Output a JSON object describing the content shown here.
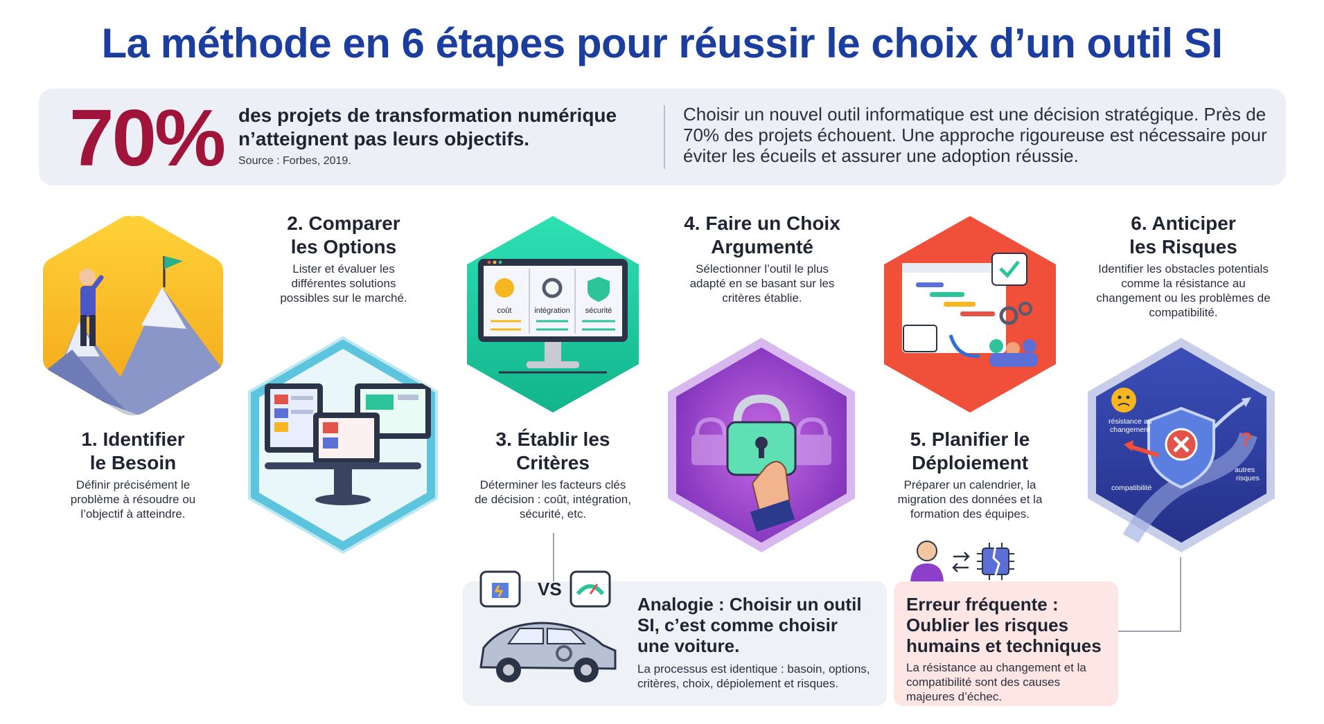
{
  "title": "La méthode en 6 étapes pour réussir le choix d’un outil SI",
  "stat": {
    "percent": "70%",
    "line1": "des projets de transformation numérique",
    "line2": "n’atteignent pas leurs objectifs.",
    "source": "Source : Forbes, 2019.",
    "description": "Choisir un nouvel outil informatique est une décision stratégique. Près de 70% des projets échouent. Une approche rigoureuse est nécessaire pour éviter les écueils et assurer une adoption réussie."
  },
  "steps": [
    {
      "title_l1": "1. Identifier",
      "title_l2": "le Besoin",
      "desc": "Définir précisément le problème à résoudre ou l’objectif à atteindre."
    },
    {
      "title_l1": "2. Comparer",
      "title_l2": "les Options",
      "desc": "Lister et évaluer les différentes solutions possibles sur le marché."
    },
    {
      "title_l1": "3. Établir les",
      "title_l2": "Critères",
      "desc": "Déterminer les facteurs clés de décision : coût, intégration, sécurité, etc."
    },
    {
      "title_l1": "4. Faire un Choix",
      "title_l2": "Argumenté",
      "desc": "Sélectionner l’outil le plus adapté en se basant sur les critères établie."
    },
    {
      "title_l1": "5. Planifier le",
      "title_l2": "Déploiement",
      "desc": "Préparer un calendrier, la migration des données et la formation des équipes."
    },
    {
      "title_l1": "6. Anticiper",
      "title_l2": "les Risques",
      "desc": "Identifier les obstacles potentials comme la résistance au changement ou les problèmes de compatibilité."
    }
  ],
  "criteria_labels": {
    "cout": "coût",
    "integration": "intégration",
    "securite": "sécurité"
  },
  "risk_labels": {
    "resistance": "résistance au changement",
    "compat": "compatibilité",
    "autres": "autres risques"
  },
  "analogy": {
    "vs": "VS",
    "title": "Analogie : Choisir un outil SI, c’est comme choisir une voiture.",
    "desc": "La processus est identique : basoin, options, critères, choix, dépiolement et risques."
  },
  "error": {
    "title": "Erreur fréquente : Oublier les risques humains et techniques",
    "desc": "La résistance au changement et la compatibilité sont des causes majeures d’échec."
  },
  "colors": {
    "title": "#1a3d9e",
    "stat": "#a11439",
    "step1": "#f5b620",
    "step2": "#5cc4dc",
    "step3": "#1cc9a0",
    "step4": "#8e3fc9",
    "step5": "#f0503a",
    "step6": "#2f3f9e"
  }
}
